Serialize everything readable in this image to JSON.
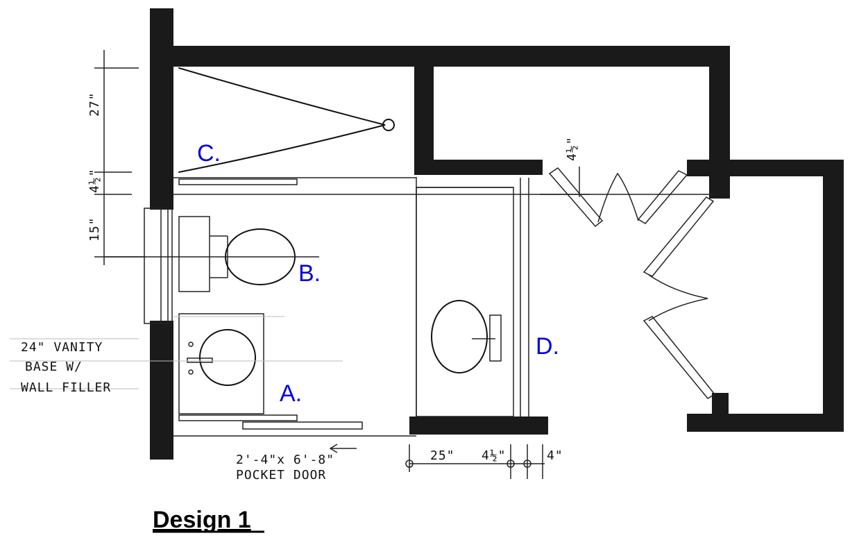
{
  "title": "Design 1",
  "markers": {
    "a": "A.",
    "b": "B.",
    "c": "C.",
    "d": "D."
  },
  "dimensions": {
    "v1": "27\"",
    "v2": "4½\"",
    "v3": "15\"",
    "door": "4½\"",
    "h1": "25\"",
    "h2": "4½\"",
    "h3": "4\""
  },
  "notes": {
    "vanity_line1": "24\" VANITY",
    "vanity_line2": "BASE W/",
    "vanity_line3": "WALL FILLER",
    "pocket_line1": "2'-4\"x 6'-8\"",
    "pocket_line2": "POCKET DOOR"
  },
  "colors": {
    "marker": "#0000dd",
    "wall": "#1a1a1a"
  }
}
